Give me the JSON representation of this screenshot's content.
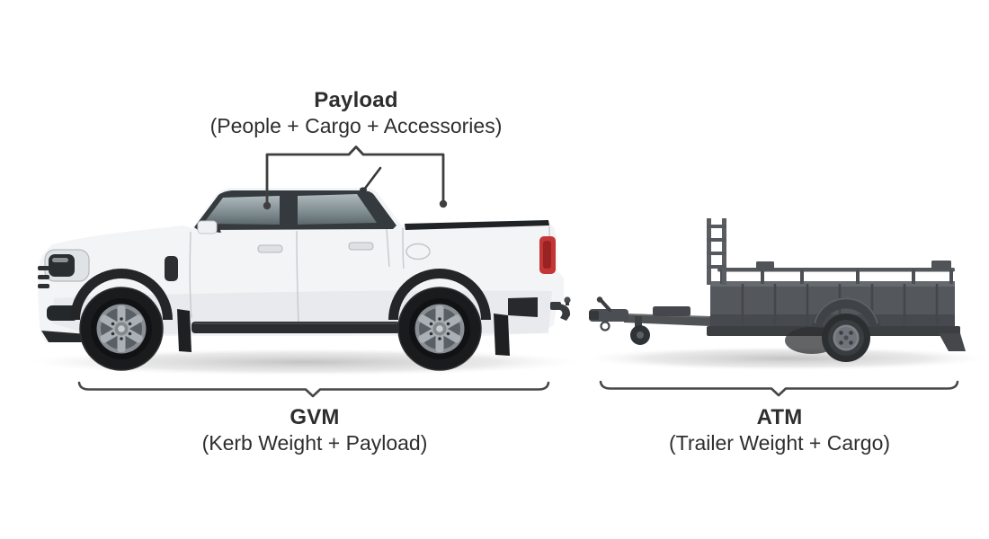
{
  "annotations": {
    "payload": {
      "title": "Payload",
      "subtitle": "(People + Cargo + Accessories)"
    },
    "gvm": {
      "title": "GVM",
      "subtitle": "(Kerb Weight + Payload)"
    },
    "atm": {
      "title": "ATM",
      "subtitle": "(Trailer Weight + Cargo)"
    }
  },
  "colors": {
    "annotation_text": "#2e2e2e",
    "bracket_line": "#424242",
    "truck_body": "#f3f4f6",
    "trailer_body": "#54575b",
    "taillight_red": "#c43636",
    "background": "#ffffff"
  },
  "illustrations": {
    "truck": "white-dual-cab-ute-side-view",
    "trailer": "grey-single-axle-box-trailer-side-view"
  }
}
